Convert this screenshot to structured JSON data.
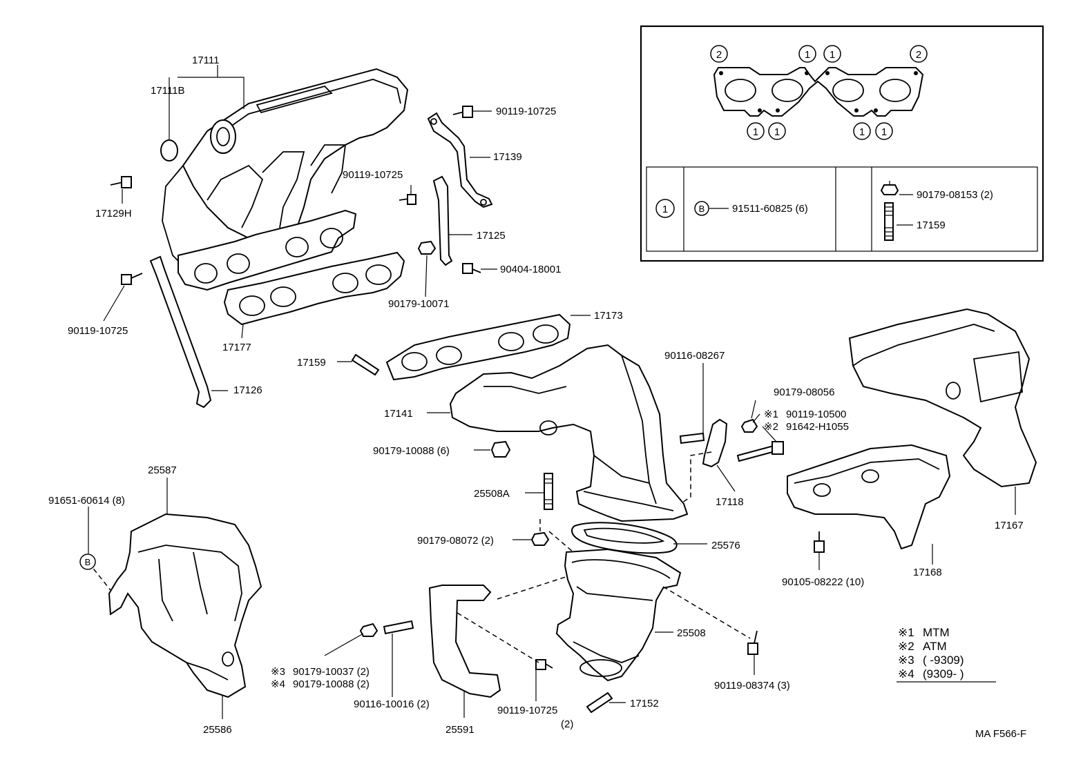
{
  "labels": {
    "p17111": "17111",
    "p17111B": "17111B",
    "p17129H": "17129H",
    "p90119_10725_a": "90119-10725",
    "p90119_10725_b": "90119-10725",
    "p90119_10725_c": "90119-10725",
    "p90119_10725_d": "90119-10725",
    "p90119_10725_d_qty": "(2)",
    "p17139": "17139",
    "p17125": "17125",
    "p90404_18001": "90404-18001",
    "p90179_10071": "90179-10071",
    "p17177": "17177",
    "p17173": "17173",
    "p17159_a": "17159",
    "p17126": "17126",
    "p17141": "17141",
    "p90179_10088_6": "90179-10088 (6)",
    "p90116_08267": "90116-08267",
    "p90179_08056": "90179-08056",
    "p90119_10500": "90119-10500",
    "p91642_H1055": "91642-H1055",
    "mark1": "※1",
    "mark2": "※2",
    "p17118": "17118",
    "p25508A": "25508A",
    "p90179_08072": "90179-08072 (2)",
    "p25576": "25576",
    "p25587": "25587",
    "p91651_60614": "91651-60614 (8)",
    "circleB": "B",
    "p25586": "25586",
    "p25508": "25508",
    "p90179_10037": "90179-10037 (2)",
    "p90179_10088_2": "90179-10088 (2)",
    "mark3": "※3",
    "mark4": "※4",
    "p90116_10016": "90116-10016 (2)",
    "p25591": "25591",
    "p17152": "17152",
    "p90119_08374": "90119-08374 (3)",
    "p17167": "17167",
    "p90105_08222": "90105-08222 (10)",
    "p17168": "17168",
    "diagram_code": "MA F566-F"
  },
  "inset": {
    "circle_one": "1",
    "circle_two": "2",
    "circle_B": "B",
    "p91511_60825": "91511-60825 (6)",
    "p90179_08153": "90179-08153 (2)",
    "p17159_b": "17159"
  },
  "legend": {
    "m1": "※1",
    "m1_text": "MTM",
    "m2": "※2",
    "m2_text": "ATM",
    "m3": "※3",
    "m3_text": "(        -9309)",
    "m4": "※4",
    "m4_text": "(9309-        )"
  }
}
